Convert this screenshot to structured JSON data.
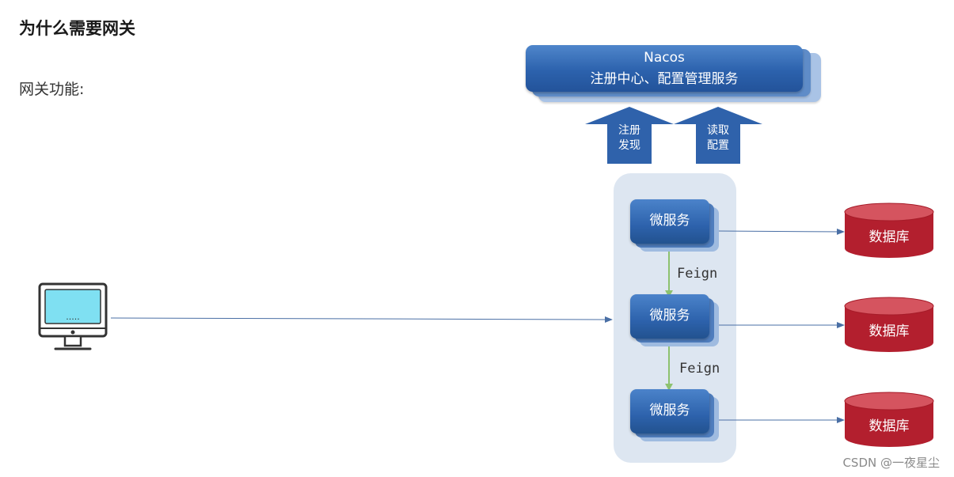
{
  "header": {
    "title": "为什么需要网关",
    "subtitle": "网关功能:"
  },
  "nacos": {
    "name": "Nacos",
    "description": "注册中心、配置管理服务"
  },
  "arrows": {
    "register_discover": [
      "注册",
      "发现"
    ],
    "read_config": [
      "读取",
      "配置"
    ]
  },
  "microservices": [
    {
      "label": "微服务"
    },
    {
      "label": "微服务"
    },
    {
      "label": "微服务"
    }
  ],
  "feign_links": [
    {
      "label": "Feign"
    },
    {
      "label": "Feign"
    }
  ],
  "databases": [
    {
      "label": "数据库"
    },
    {
      "label": "数据库"
    },
    {
      "label": "数据库"
    }
  ],
  "client": {
    "screen_dots": "....."
  },
  "colors": {
    "primary_blue": "#2c62ad",
    "panel_bg": "#dde6f1",
    "db_red": "#b21f2d",
    "feign_green": "#8dc26f",
    "screen_cyan": "#7fe0f2"
  },
  "watermark": "CSDN @一夜星尘"
}
